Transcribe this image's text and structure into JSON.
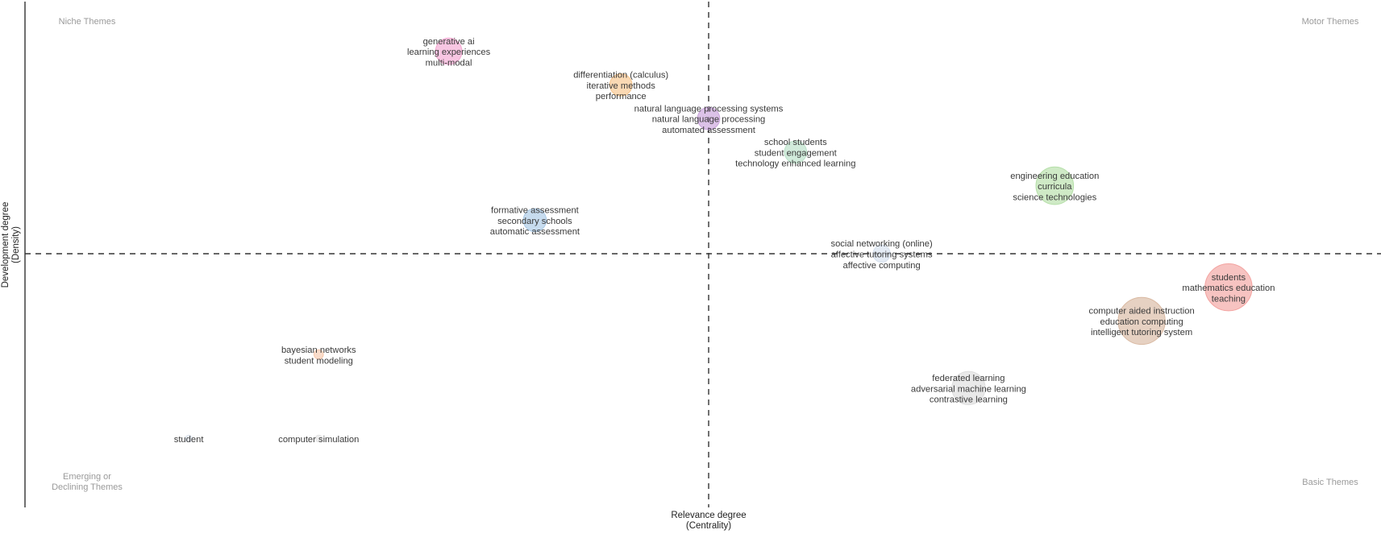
{
  "chart_data": {
    "type": "scatter",
    "xlabel": [
      "Relevance degree",
      "(Centrality)"
    ],
    "ylabel": [
      "Development degree",
      "(Density)"
    ],
    "quadrants": {
      "top_left": [
        "Niche Themes"
      ],
      "top_right": [
        "Motor Themes"
      ],
      "bottom_left": [
        "Emerging or",
        "Declining Themes"
      ],
      "bottom_right": [
        "Basic Themes"
      ]
    },
    "x_median": 0,
    "y_median": 0,
    "xlim": [
      -850,
      850
    ],
    "ylim": [
      -317,
      317
    ],
    "points": [
      {
        "labels": [
          "generative ai",
          "learning experiences",
          "multi-modal"
        ],
        "x": -320,
        "y": 241,
        "size": 0.31,
        "color": "#f5a8d2"
      },
      {
        "labels": [
          "differentiation (calculus)",
          "iterative methods",
          "performance"
        ],
        "x": -108,
        "y": 201,
        "size": 0.26,
        "color": "#f8c58c"
      },
      {
        "labels": [
          "natural language processing systems",
          "natural language processing",
          "automated assessment"
        ],
        "x": 0,
        "y": 161,
        "size": 0.26,
        "color": "#c9a2dc"
      },
      {
        "labels": [
          "school students",
          "student engagement",
          "technology enhanced learning"
        ],
        "x": 107,
        "y": 121,
        "size": 0.26,
        "color": "#b9e1c7"
      },
      {
        "labels": [
          "engineering education",
          "curricula",
          "science technologies"
        ],
        "x": 426,
        "y": 81,
        "size": 0.44,
        "color": "#b5dfa8"
      },
      {
        "labels": [
          "formative assessment",
          "secondary schools",
          "automatic assessment"
        ],
        "x": -214,
        "y": 40,
        "size": 0.27,
        "color": "#a9c9e6"
      },
      {
        "labels": [
          "social networking (online)",
          "affective tutoring systems",
          "affective computing"
        ],
        "x": 213,
        "y": 0,
        "size": 0.2,
        "color": "#d6e0ee"
      },
      {
        "labels": [
          "students",
          "mathematics education",
          "teaching"
        ],
        "x": 640,
        "y": -40,
        "size": 0.55,
        "color": "#f3a3a0"
      },
      {
        "labels": [
          "computer aided instruction",
          "education computing",
          "intelligent tutoring system"
        ],
        "x": 533,
        "y": -80,
        "size": 0.55,
        "color": "#d9b9a2"
      },
      {
        "labels": [
          "bayesian networks",
          "student modeling"
        ],
        "x": -480,
        "y": -120,
        "size": 0.11,
        "color": "#f8c9ad"
      },
      {
        "labels": [
          "federated learning",
          "adversarial machine learning",
          "contrastive learning"
        ],
        "x": 320,
        "y": -160,
        "size": 0.39,
        "color": "#dddddd"
      },
      {
        "labels": [
          "student"
        ],
        "x": -640,
        "y": -220,
        "size": 0.08,
        "color": "#dfe6f0"
      },
      {
        "labels": [
          "computer simulation"
        ],
        "x": -480,
        "y": -220,
        "size": 0.08,
        "color": "#e3e3e3"
      }
    ]
  }
}
